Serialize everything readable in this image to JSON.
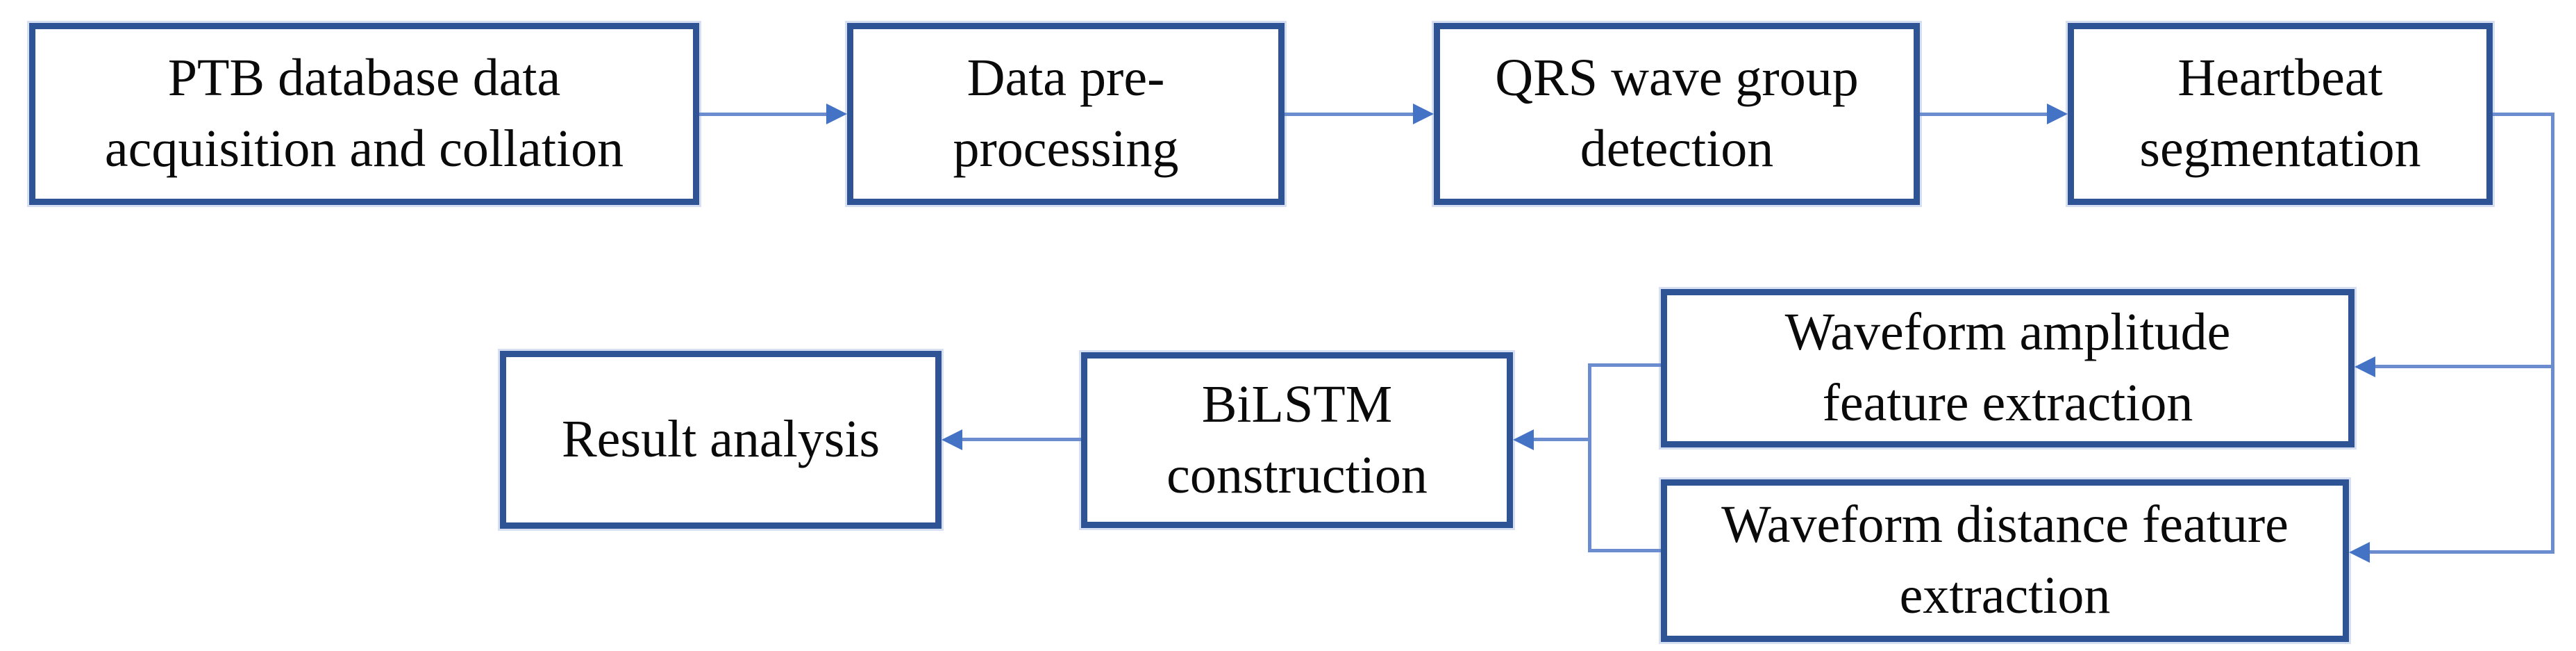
{
  "colors": {
    "box_border": "#2F5496",
    "connector": "#6B8CCF",
    "arrowhead": "#4472C4",
    "text": "#0A0A0A",
    "background": "#FFFFFF"
  },
  "boxes": [
    {
      "id": "ptb",
      "label": "PTB database data acquisition and collation",
      "lines": [
        "PTB database data",
        "acquisition and collation"
      ]
    },
    {
      "id": "preprocess",
      "label": "Data pre-processing",
      "lines": [
        "Data pre-",
        "processing"
      ]
    },
    {
      "id": "qrs",
      "label": "QRS wave group detection",
      "lines": [
        "QRS wave group",
        "detection"
      ]
    },
    {
      "id": "heartbeat",
      "label": "Heartbeat segmentation",
      "lines": [
        "Heartbeat",
        "segmentation"
      ]
    },
    {
      "id": "amplitude",
      "label": "Waveform amplitude feature extraction",
      "lines": [
        "Waveform amplitude",
        "feature extraction"
      ]
    },
    {
      "id": "distance",
      "label": "Waveform distance feature extraction",
      "lines": [
        "Waveform distance feature",
        "extraction"
      ]
    },
    {
      "id": "bilstm",
      "label": "BiLSTM construction",
      "lines": [
        "BiLSTM",
        "construction"
      ]
    },
    {
      "id": "result",
      "label": "Result analysis",
      "lines": [
        "Result analysis"
      ]
    }
  ],
  "edges": [
    {
      "from": "ptb",
      "to": "preprocess"
    },
    {
      "from": "preprocess",
      "to": "qrs"
    },
    {
      "from": "qrs",
      "to": "heartbeat"
    },
    {
      "from": "heartbeat",
      "to": "amplitude"
    },
    {
      "from": "heartbeat",
      "to": "distance"
    },
    {
      "from": "amplitude",
      "to": "bilstm"
    },
    {
      "from": "distance",
      "to": "bilstm"
    },
    {
      "from": "bilstm",
      "to": "result"
    }
  ]
}
